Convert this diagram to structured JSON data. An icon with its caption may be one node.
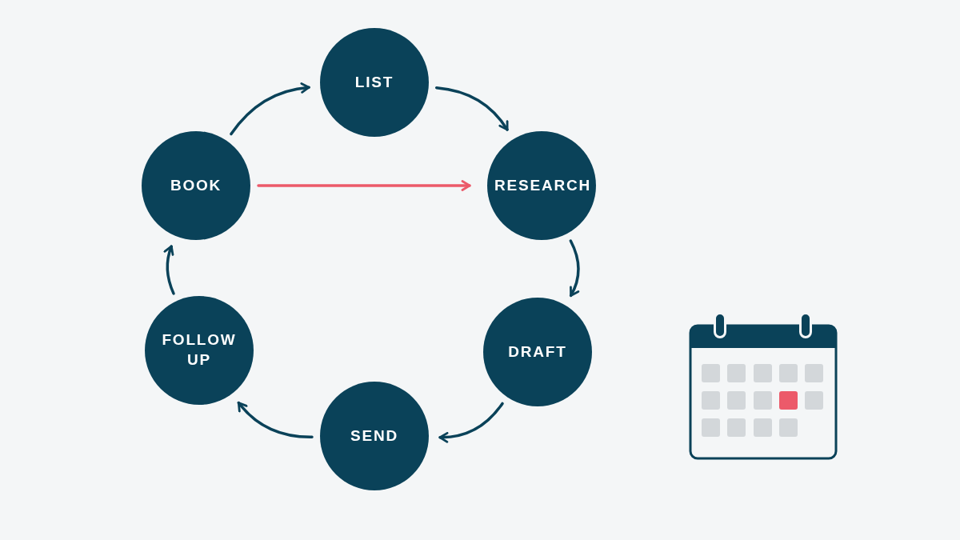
{
  "diagram": {
    "nodes": [
      {
        "text": [
          "LIST"
        ]
      },
      {
        "text": [
          "RESEARCH"
        ]
      },
      {
        "text": [
          "DRAFT"
        ]
      },
      {
        "text": [
          "SEND"
        ]
      },
      {
        "text": [
          "FOLLOW UP"
        ]
      },
      {
        "text": [
          "BOOK"
        ]
      }
    ],
    "edges": [
      {
        "from": 0,
        "to": 1,
        "arrow": "to"
      },
      {
        "from": 1,
        "to": 2,
        "arrow": "to"
      },
      {
        "from": 2,
        "to": 3,
        "arrow": "to"
      },
      {
        "from": 3,
        "to": 4,
        "arrow": "to"
      },
      {
        "from": 4,
        "to": 5,
        "arrow": "to"
      },
      {
        "from": 5,
        "to": 0,
        "arrow": "to"
      },
      {
        "from": 5,
        "to": 1,
        "arrow": "to",
        "color": "#eb5a6a"
      }
    ]
  }
}
